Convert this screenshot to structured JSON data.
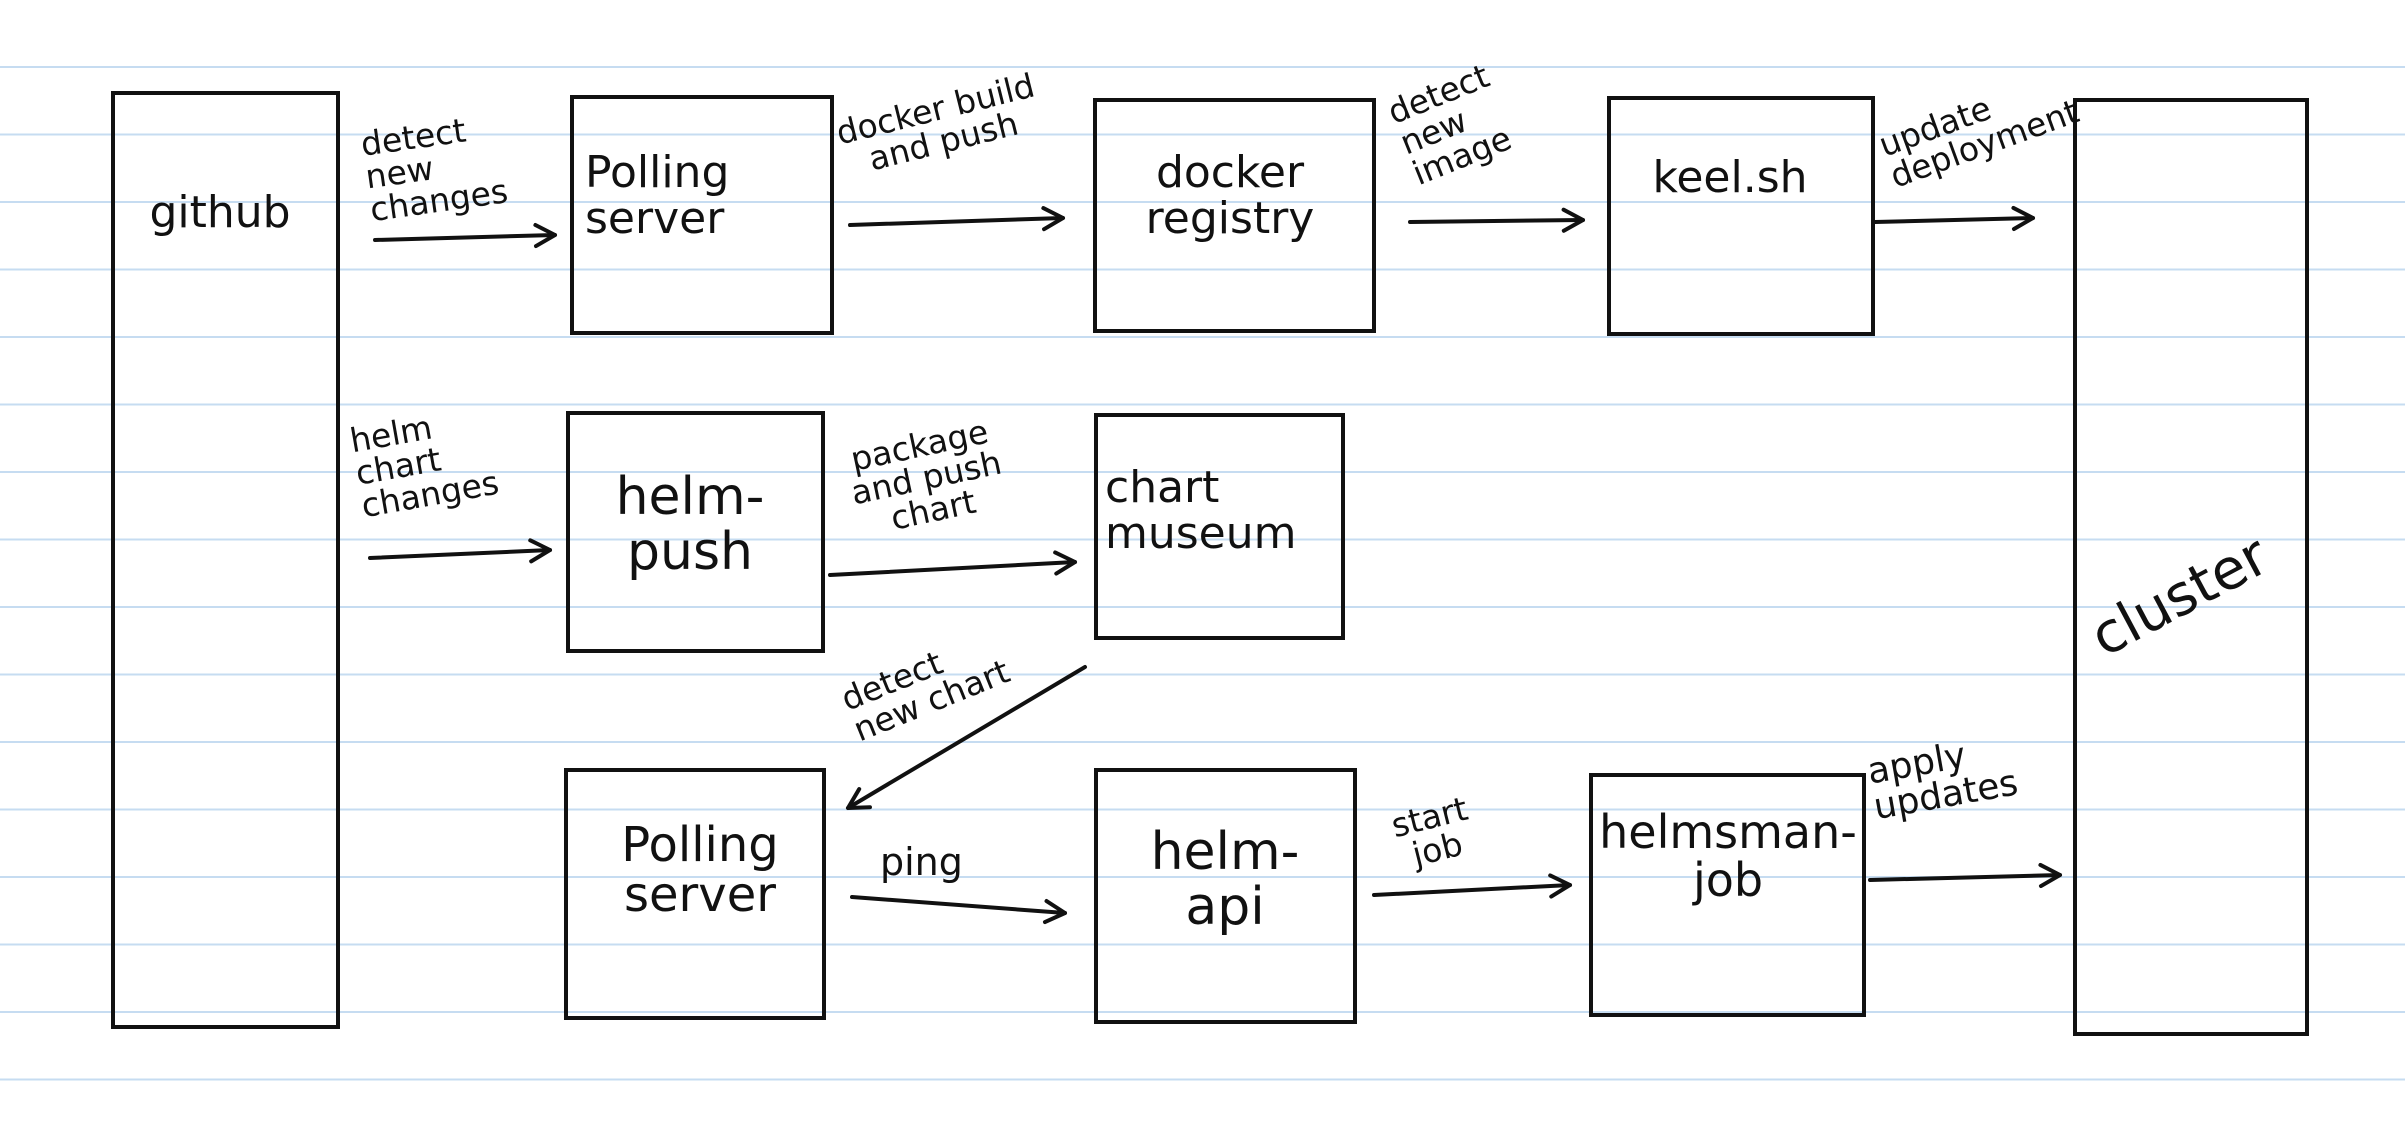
{
  "nodes": {
    "github": "github",
    "polling_server_top": "Polling\nserver",
    "docker_registry": "docker\nregistry",
    "keel": "keel.sh",
    "cluster": "cluster",
    "helm_push": "helm-\npush",
    "chart_museum": "chart\nmuseum",
    "polling_server_bottom": "Polling\nserver",
    "helm_api": "helm-\napi",
    "helmsman_job": "helmsman-\njob"
  },
  "edges": {
    "detect_new_changes": "detect\nnew\nchanges",
    "docker_build_push": "docker build\nand push",
    "detect_new_image": "detect\nnew\nimage",
    "update_deployment": "update\ndeployment",
    "helm_chart_changes": "helm\nchart\nchanges",
    "package_push_chart": "package\nand push\nchart",
    "detect_new_chart": "detect\nnew chart",
    "ping": "ping",
    "start_job": "start\njob",
    "apply_updates": "apply\nupdates"
  },
  "colors": {
    "ink": "#111111",
    "rule_line": "#c6dcf1"
  }
}
